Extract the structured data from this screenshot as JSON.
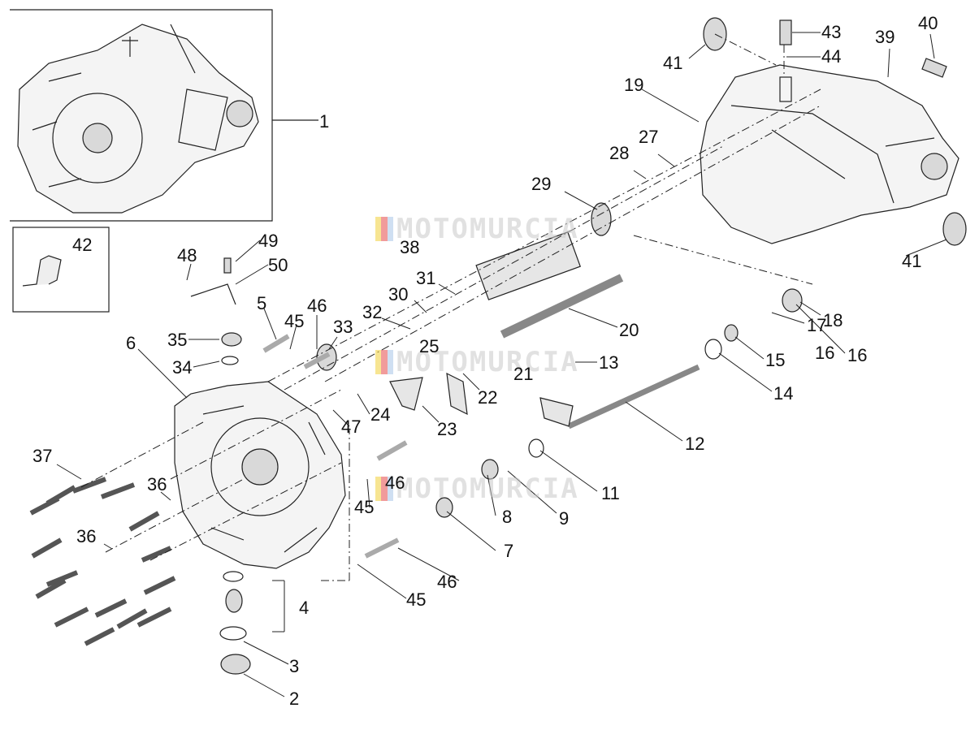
{
  "diagram": {
    "watermark": "MOTOMURCIA",
    "colors": {
      "line": "#222222",
      "part_fill": "#d9d9d9",
      "watermark_text": "#c9c9c9",
      "flag": [
        "#f2d13a",
        "#e64b4b",
        "#a8c6e8"
      ]
    },
    "labels": {
      "l1": "1",
      "l2": "2",
      "l3": "3",
      "l4": "4",
      "l5": "5",
      "l6": "6",
      "l7": "7",
      "l8": "8",
      "l9": "9",
      "l11": "11",
      "l12": "12",
      "l13": "13",
      "l14": "14",
      "l15": "15",
      "l16a": "16",
      "l16b": "16",
      "l17": "17",
      "l18": "18",
      "l19": "19",
      "l20": "20",
      "l21": "21",
      "l22": "22",
      "l23": "23",
      "l24": "24",
      "l25": "25",
      "l27": "27",
      "l28": "28",
      "l29": "29",
      "l30": "30",
      "l31": "31",
      "l32": "32",
      "l33": "33",
      "l34": "34",
      "l35": "35",
      "l36a": "36",
      "l36b": "36",
      "l37": "37",
      "l38": "38",
      "l39": "39",
      "l40": "40",
      "l41a": "41",
      "l41b": "41",
      "l42": "42",
      "l43": "43",
      "l44": "44",
      "l45a": "45",
      "l45b": "45",
      "l45c": "45",
      "l46a": "46",
      "l46b": "46",
      "l46c": "46",
      "l47": "47",
      "l48": "48",
      "l49": "49",
      "l50": "50"
    }
  }
}
